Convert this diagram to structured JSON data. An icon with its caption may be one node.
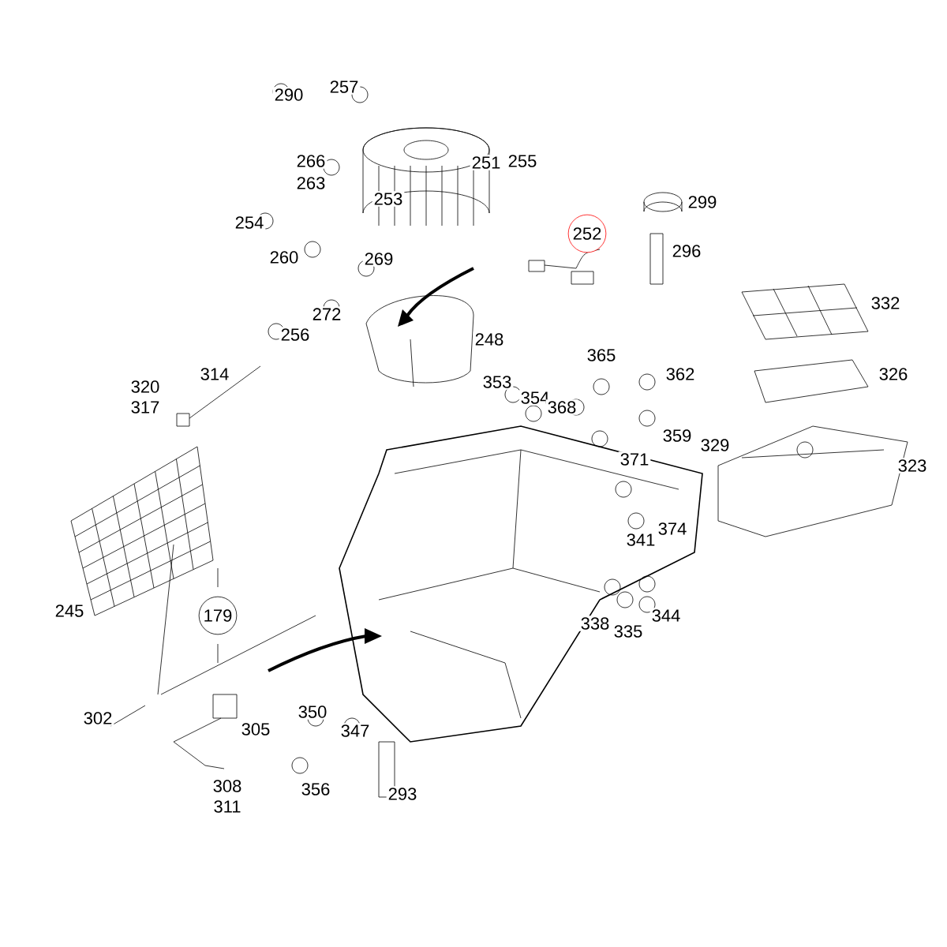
{
  "diagram": {
    "nodes": [
      {
        "text": [
          "252"
        ]
      },
      {
        "text": [
          "179"
        ]
      }
    ],
    "labels": [
      "290",
      "257",
      "266",
      "263",
      "251",
      "255",
      "253",
      "299",
      "254",
      "296",
      "260",
      "269",
      "272",
      "332",
      "256",
      "248",
      "365",
      "362",
      "353",
      "326",
      "354",
      "368",
      "320",
      "317",
      "314",
      "359",
      "329",
      "323",
      "371",
      "374",
      "341",
      "245",
      "344",
      "338",
      "335",
      "350",
      "302",
      "305",
      "347",
      "356",
      "293",
      "308",
      "311"
    ]
  }
}
